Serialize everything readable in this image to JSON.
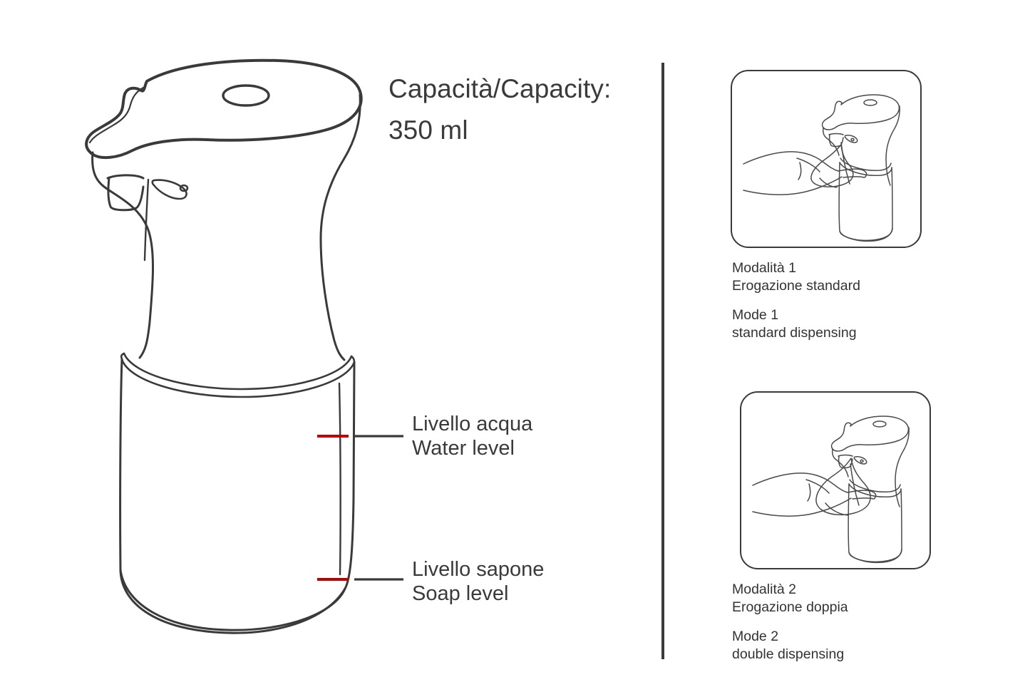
{
  "document": {
    "title": "Soap dispenser instruction diagram",
    "background_color": "#ffffff",
    "ink_color": "#3a3a3a",
    "accent_color": "#c00000"
  },
  "capacity": {
    "label": "Capacità/Capacity:",
    "value": "350 ml"
  },
  "callouts": [
    {
      "id": "water-level",
      "it": "Livello acqua",
      "en": "Water level",
      "marker_color": "#c00000"
    },
    {
      "id": "soap-level",
      "it": "Livello sapone",
      "en": "Soap level",
      "marker_color": "#c00000"
    }
  ],
  "modes": [
    {
      "id": "mode-1",
      "it_title": "Modalità 1",
      "it_desc": "Erogazione standard",
      "en_title": "Mode 1",
      "en_desc": "standard dispensing"
    },
    {
      "id": "mode-2",
      "it_title": "Modalità 2",
      "it_desc": "Erogazione doppia",
      "en_title": "Mode 2",
      "en_desc": "double dispensing"
    }
  ],
  "figures": {
    "main_dispenser": "automatic-foam-soap-dispenser-line-drawing",
    "mode_1_panel": "hand-under-dispenser-single-foam-dose",
    "mode_2_panel": "hand-under-dispenser-double-foam-dose"
  }
}
